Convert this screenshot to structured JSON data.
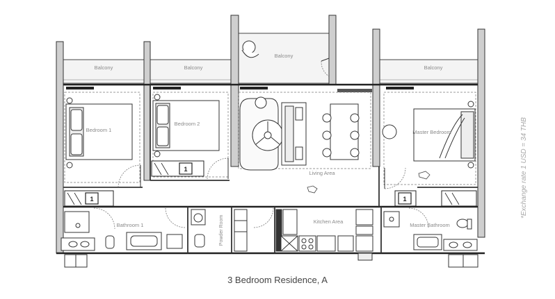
{
  "plan": {
    "title": "3 Bedroom Residence, A",
    "note": "*Exchange rate 1 USD = 34 THB",
    "rooms": {
      "balcony_1": "Balcony",
      "balcony_2": "Balcony",
      "balcony_3": "Balcony",
      "balcony_4": "Balcony",
      "bedroom_1": "Bedroom 1",
      "bedroom_2": "Bedroom 2",
      "master_bedroom": "Master Bedroom",
      "living_area": "Living Area",
      "bathroom_1": "Bathroom 1",
      "powder_room": "Powder Room",
      "kitchen_area": "Kitchen Area",
      "master_bathroom": "Master Bathroom"
    },
    "wardrobe_mark": "1"
  }
}
